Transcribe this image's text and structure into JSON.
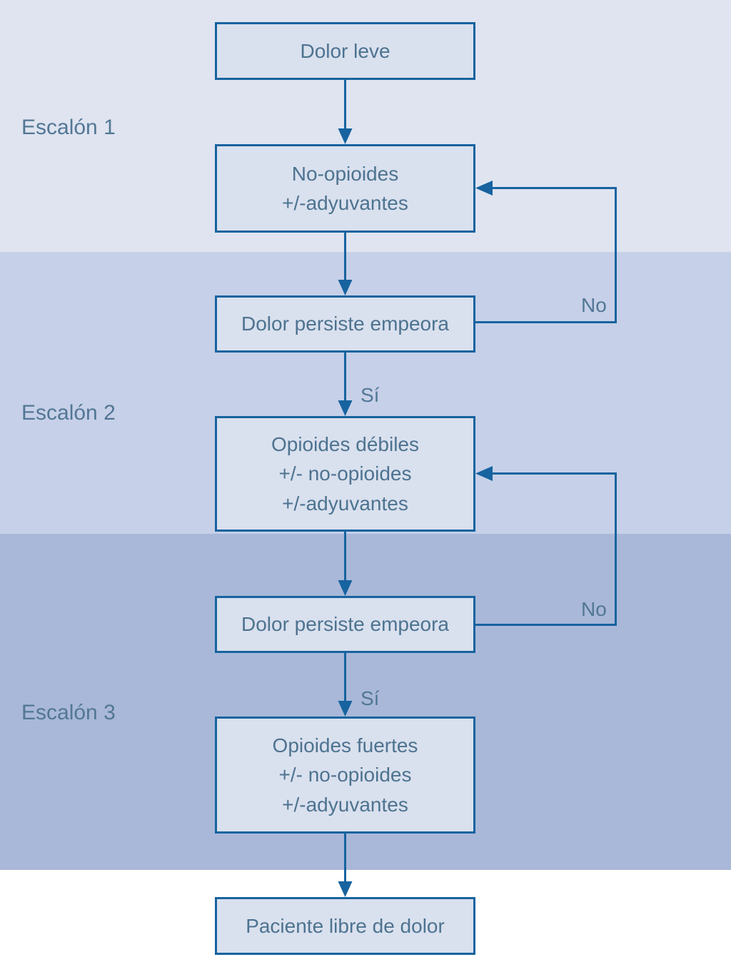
{
  "diagram": {
    "type": "flowchart",
    "bands": [
      {
        "label": "Escalón 1",
        "color": "#dfe4f0"
      },
      {
        "label": "Escalón 2",
        "color": "#c6d0e8"
      },
      {
        "label": "Escalón 3",
        "color": "#a9b8d8"
      }
    ],
    "nodes": {
      "dolor_leve": {
        "lines": [
          "Dolor leve"
        ]
      },
      "no_opioides": {
        "lines": [
          "No-opioides",
          "+/-adyuvantes"
        ]
      },
      "dolor_persiste_1": {
        "lines": [
          "Dolor persiste empeora"
        ]
      },
      "opioides_debiles": {
        "lines": [
          "Opioides débiles",
          "+/- no-opioides",
          "+/-adyuvantes"
        ]
      },
      "dolor_persiste_2": {
        "lines": [
          "Dolor persiste empeora"
        ]
      },
      "opioides_fuertes": {
        "lines": [
          "Opioides fuertes",
          "+/- no-opioides",
          "+/-adyuvantes"
        ]
      },
      "paciente_libre": {
        "lines": [
          "Paciente libre de dolor"
        ]
      }
    },
    "edge_labels": {
      "si_1": "Sí",
      "no_1": "No",
      "si_2": "Sí",
      "no_2": "No"
    },
    "colors": {
      "band_1": "#dfe4f0",
      "band_2": "#c6d0e8",
      "band_3": "#a9b8d8",
      "box_fill": "#d9e0ee",
      "box_border": "#17639f",
      "connector": "#17639f",
      "text": "#4d7390",
      "label_text": "#527795",
      "background": "#ffffff"
    }
  }
}
